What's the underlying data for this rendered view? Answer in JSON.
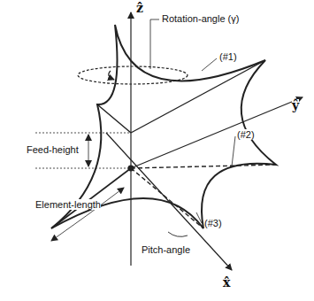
{
  "diagram": {
    "labels": [
      "ẑ",
      "ŷ",
      "x̂",
      "Rotation-angle (γ)",
      "(#1)",
      "(#2)",
      "(#3)",
      "Feed-height",
      "Element-length",
      "Pitch-angle"
    ]
  }
}
